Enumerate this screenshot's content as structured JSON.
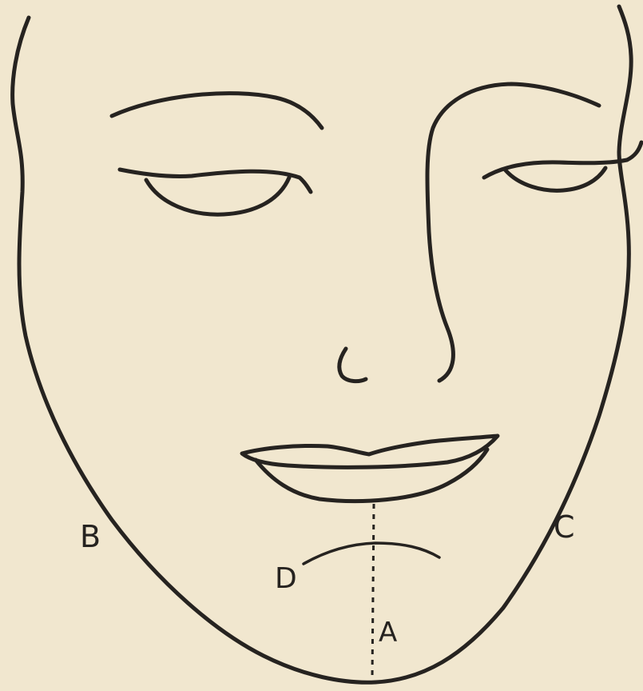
{
  "diagram": {
    "labels": {
      "a": "A",
      "b": "B",
      "c": "C",
      "d": "D"
    },
    "colors": {
      "paper": "#f1e7cf",
      "ink": "#262320"
    }
  }
}
